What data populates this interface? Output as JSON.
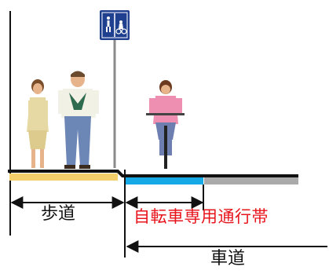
{
  "labels": {
    "sidewalk": "歩道",
    "bike_lane": "自転車専用通行帯",
    "roadway": "車道"
  },
  "sign": {
    "symbol": "bicycle-pedestrian-separation-sign-icon",
    "background_color": "#1f3f8f"
  },
  "colors": {
    "sidewalk_surface": "#f5cf6a",
    "bike_lane_surface": "#17a8e6",
    "roadway_surface": "#aaaaaa",
    "bike_lane_text": "#e8141c",
    "lines": "#111111"
  }
}
